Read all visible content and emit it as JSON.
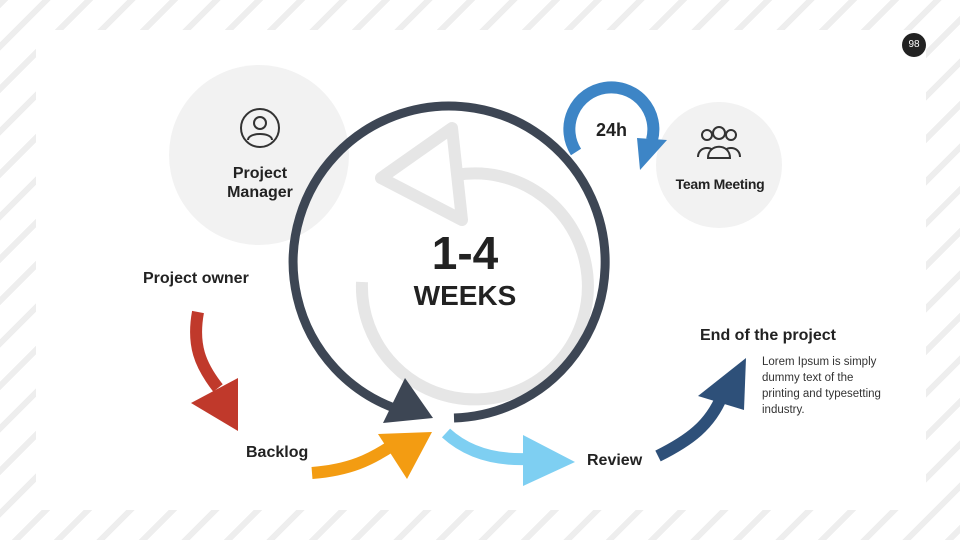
{
  "slide": {
    "page_number": "98"
  },
  "center": {
    "value": "1-4",
    "unit": "WEEKS"
  },
  "project_manager": {
    "label": "Project\nManager",
    "icon": "user-icon"
  },
  "team_meeting": {
    "label": "Team Meeting",
    "icon": "team-icon",
    "cycle_label": "24h"
  },
  "steps": {
    "project_owner": "Project owner",
    "backlog": "Backlog",
    "review": "Review",
    "end_of_project": {
      "title": "End of the project",
      "description": "Lorem Ipsum is simply dummy text of the printing and typesetting industry."
    }
  },
  "colors": {
    "dark_cycle": "#3d4654",
    "light_cycle": "#e6e6e6",
    "circle_bg": "#f2f2f2",
    "red_arrow": "#c0392b",
    "orange_arrow": "#f39c12",
    "light_blue_arrow": "#7ecff2",
    "dark_blue_arrow": "#2e5079",
    "blue_loop": "#3d85c6"
  }
}
